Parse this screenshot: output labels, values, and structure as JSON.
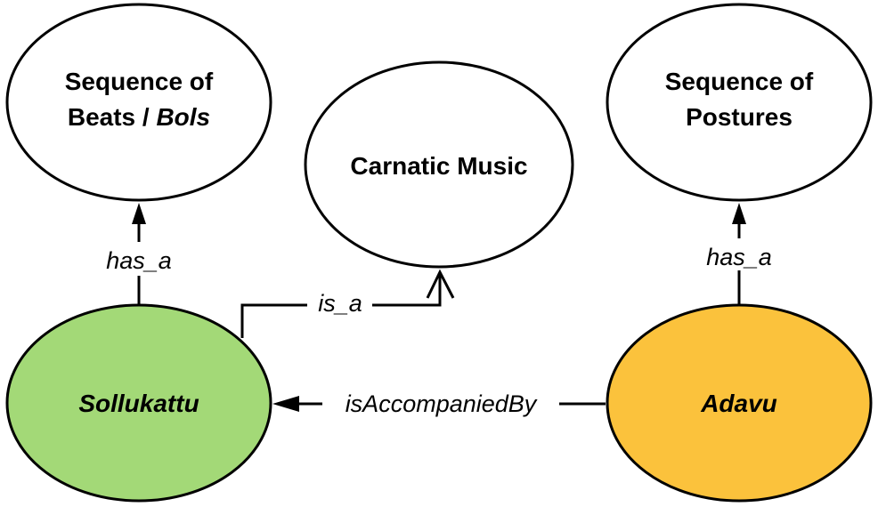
{
  "nodes": {
    "beats": {
      "line1": "Sequence of",
      "line2_prefix": "Beats / ",
      "line2_italic": "Bols",
      "fill": "#ffffff"
    },
    "carnatic": {
      "label": "Carnatic Music",
      "fill": "#ffffff"
    },
    "postures": {
      "line1": "Sequence of",
      "line2": "Postures",
      "fill": "#ffffff"
    },
    "sollukattu": {
      "label": "Sollukattu",
      "fill": "#a3d977"
    },
    "adavu": {
      "label": "Adavu",
      "fill": "#fbc23c"
    }
  },
  "edges": {
    "sollukattu_has_a": "has_a",
    "adavu_has_a": "has_a",
    "is_a": "is_a",
    "accompanied": "isAccompaniedBy"
  }
}
